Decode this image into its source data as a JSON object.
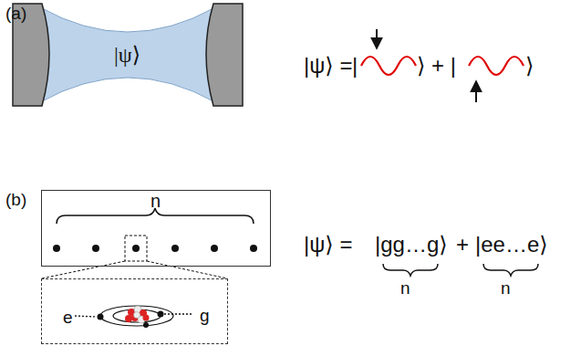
{
  "diagram": {
    "nodes": [
      {
        "text": [
          "|ψ⟩"
        ]
      },
      {
        "text": [
          "n"
        ]
      },
      {
        "text": [
          "e",
          "g"
        ]
      }
    ],
    "labels": [
      "(a)",
      "|ψ⟩ =",
      "|",
      "⟩ + |",
      "⟩",
      "(b)",
      "|ψ⟩ =",
      "|gg…g⟩",
      "+",
      "|ee…e⟩",
      "n",
      "n"
    ]
  }
}
